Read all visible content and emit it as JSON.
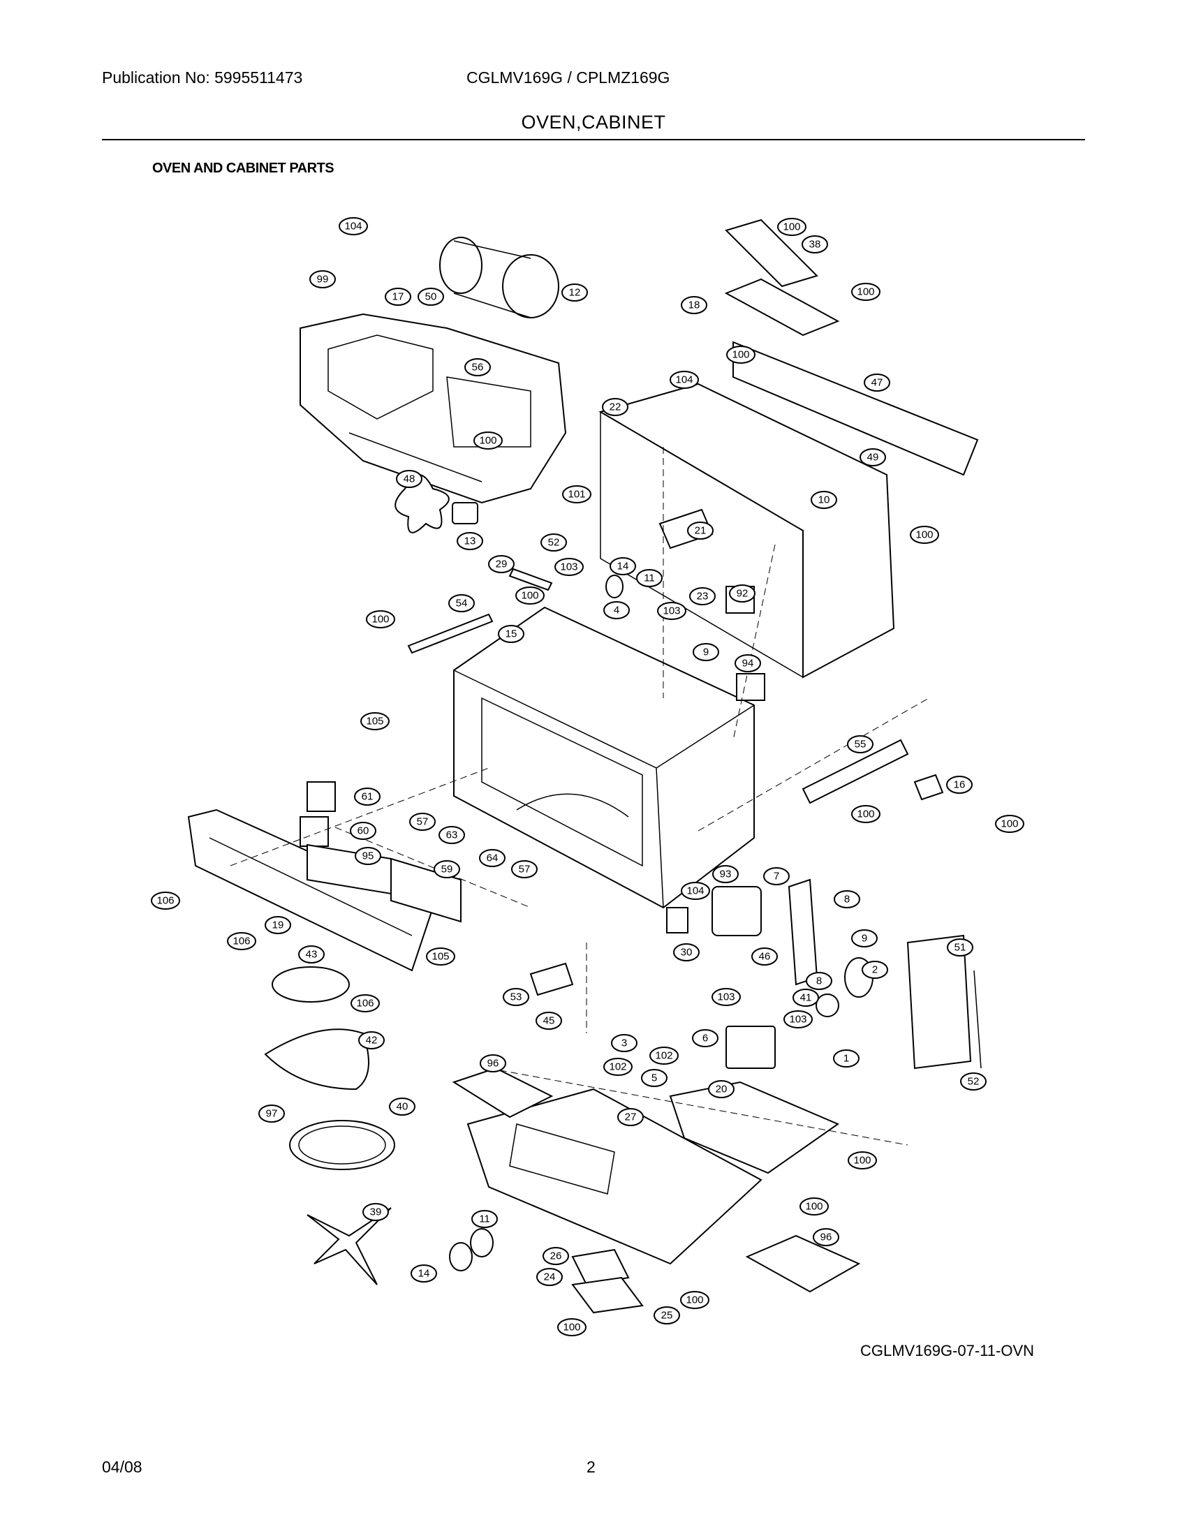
{
  "header": {
    "publication": "Publication No: 5995511473",
    "models": "CGLMV169G / CPLMZ169G",
    "section_title": "OVEN,CABINET"
  },
  "diagram": {
    "subtitle": "OVEN AND CABINET PARTS",
    "drawing_id": "CGLMV169G-07-11-OVN",
    "callouts": {
      "c104a": "104",
      "c99": "99",
      "c17": "17",
      "c50": "50",
      "c12": "12",
      "c100a": "100",
      "c38": "38",
      "c100b": "100",
      "c18": "18",
      "c56": "56",
      "c100c": "100",
      "c104b": "104",
      "c47": "47",
      "c22": "22",
      "c100d": "100",
      "c101": "101",
      "c48": "48",
      "c49": "49",
      "c10": "10",
      "c100e": "100",
      "c13": "13",
      "c52a": "52",
      "c21": "21",
      "c29": "29",
      "c103a": "103",
      "c14a": "14",
      "c11a": "11",
      "c23": "23",
      "c92": "92",
      "c100f": "100",
      "c54": "54",
      "c4": "4",
      "c103b": "103",
      "c100g": "100",
      "c15": "15",
      "c9a": "9",
      "c94": "94",
      "c105a": "105",
      "c55": "55",
      "c16": "16",
      "c100h": "100",
      "c100i": "100",
      "c61": "61",
      "c57a": "57",
      "c60": "60",
      "c63": "63",
      "c95": "95",
      "c64": "64",
      "c57b": "57",
      "c59": "59",
      "c106a": "106",
      "c93": "93",
      "c7": "7",
      "c104c": "104",
      "c8a": "8",
      "c19": "19",
      "c106b": "106",
      "c105b": "105",
      "c30": "30",
      "c9b": "9",
      "c46": "46",
      "c51": "51",
      "c43": "43",
      "c8b": "8",
      "c2": "2",
      "c106c": "106",
      "c53": "53",
      "c103c": "103",
      "c41": "41",
      "c45": "45",
      "c103d": "103",
      "c6": "6",
      "c3": "3",
      "c42": "42",
      "c1": "1",
      "c102a": "102",
      "c102b": "102",
      "c96a": "96",
      "c5": "5",
      "c20": "20",
      "c52b": "52",
      "c97": "97",
      "c40": "40",
      "c27": "27",
      "c100j": "100",
      "c100k": "100",
      "c39": "39",
      "c11b": "11",
      "c96b": "96",
      "c26": "26",
      "c14b": "14",
      "c24": "24",
      "c100l": "100",
      "c25": "25",
      "c100m": "100"
    }
  },
  "footer": {
    "date": "04/08",
    "page": "2"
  }
}
